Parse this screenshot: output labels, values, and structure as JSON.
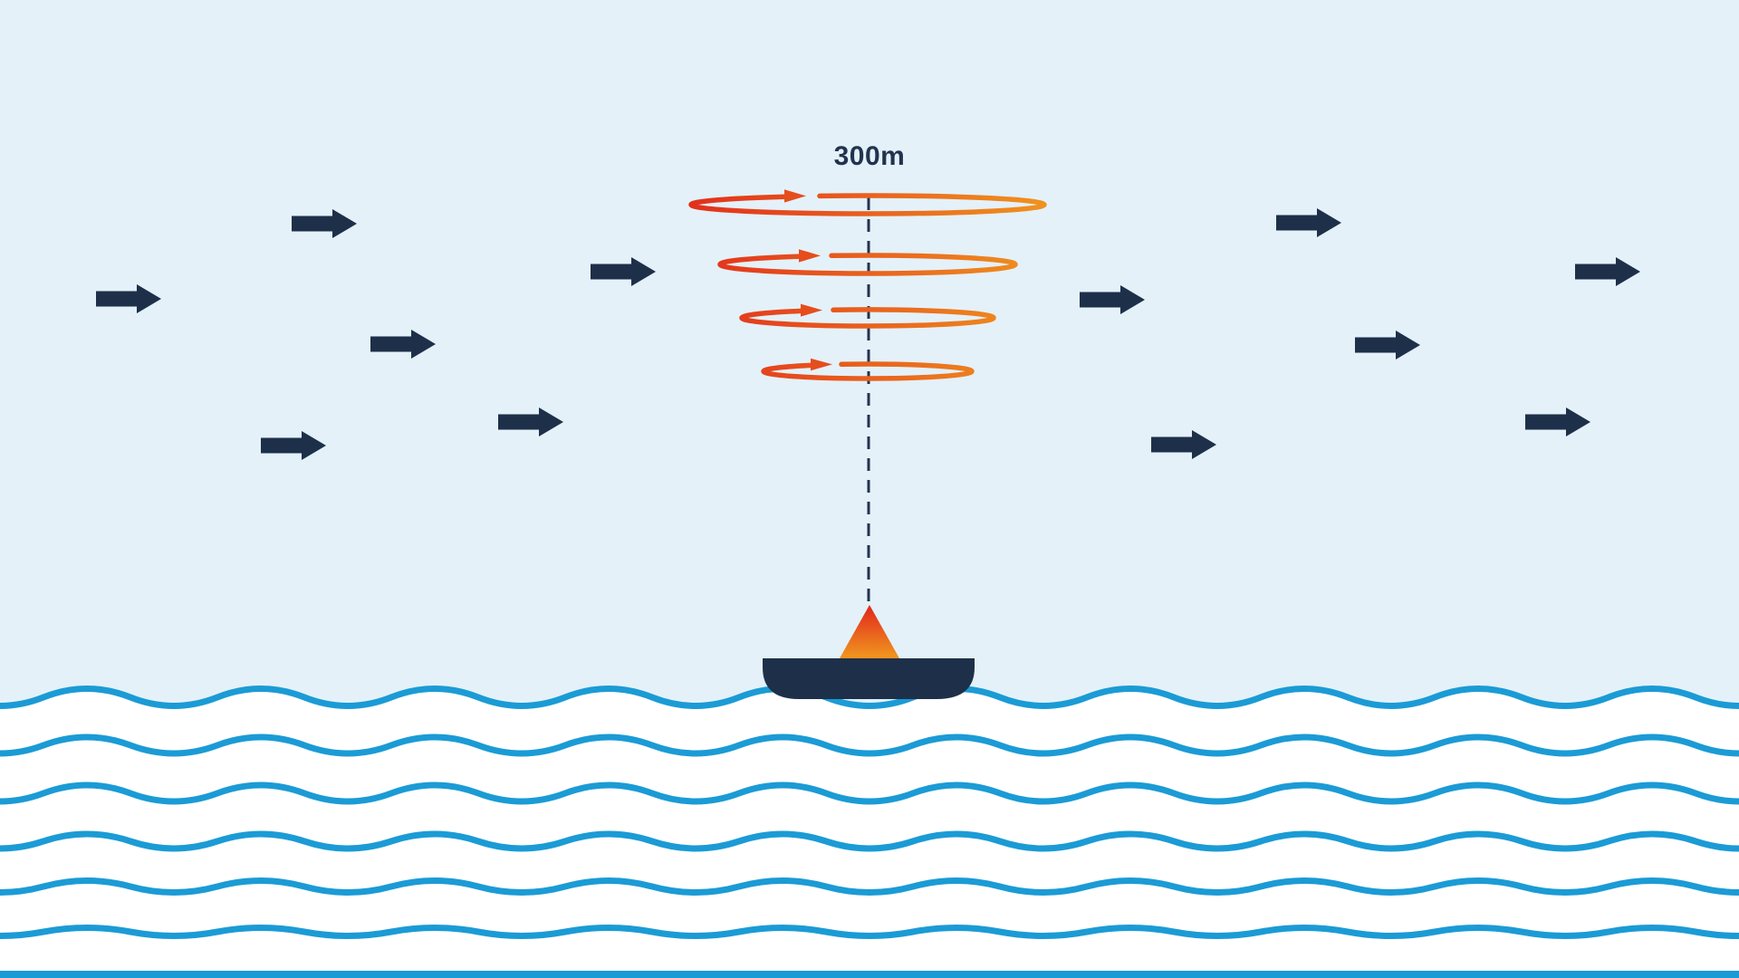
{
  "scene": {
    "altitude_label": "300m"
  },
  "colors": {
    "sky": "#e4f1f9",
    "water": "#ffffff",
    "wave_blue": "#1b9bd5",
    "navy": "#1e3049",
    "label_navy": "#22334f",
    "flight_red": "#e2301c",
    "flight_orange": "#f0921f",
    "flight_arrowhead": "#e64d1d"
  },
  "icons": {
    "wind_arrow": "right-arrow",
    "flight_loop": "helical-flight-path-ring",
    "tether": "dashed-vertical-line",
    "buoy": "floating-hull-with-cone",
    "waves": "horizontal-wave-lines"
  },
  "figures": {
    "wind_arrow_count": 12,
    "flight_loop_count": 4,
    "wave_line_count": 6
  }
}
